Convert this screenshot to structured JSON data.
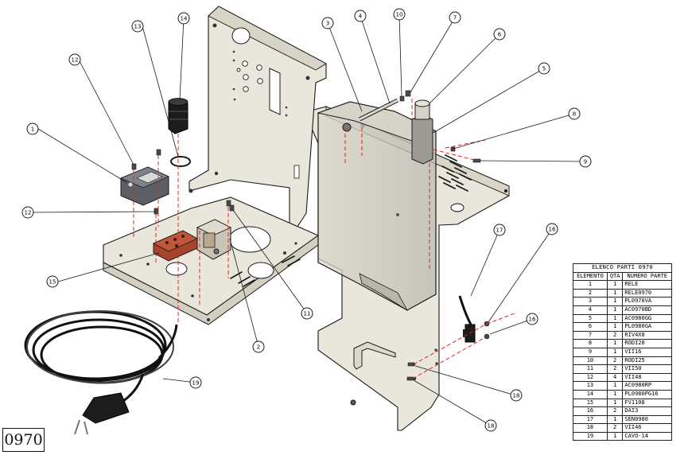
{
  "drawing_code": "0970",
  "parts_table": {
    "title": "ELENCO PARTI 0970",
    "headers": [
      "ELEMENTO",
      "QTÀ",
      "NUMERO PARTE"
    ],
    "rows": [
      [
        "1",
        "1",
        "RELE"
      ],
      [
        "2",
        "1",
        "RELE0970"
      ],
      [
        "3",
        "1",
        "PL0970VA"
      ],
      [
        "4",
        "1",
        "AC0970BD"
      ],
      [
        "5",
        "1",
        "AC0980GG"
      ],
      [
        "6",
        "1",
        "PL0980GA"
      ],
      [
        "7",
        "2",
        "RIV4X8"
      ],
      [
        "8",
        "1",
        "RODI28"
      ],
      [
        "9",
        "1",
        "VII16"
      ],
      [
        "10",
        "2",
        "RODI25"
      ],
      [
        "11",
        "2",
        "VII50"
      ],
      [
        "12",
        "4",
        "VII48"
      ],
      [
        "13",
        "1",
        "AC0980RP"
      ],
      [
        "14",
        "1",
        "PL0980PG16"
      ],
      [
        "15",
        "1",
        "FV1108"
      ],
      [
        "16",
        "2",
        "DAI3"
      ],
      [
        "17",
        "1",
        "SEN0980"
      ],
      [
        "18",
        "2",
        "VII46"
      ],
      [
        "19",
        "1",
        "CAVO-14"
      ]
    ]
  },
  "balloons": [
    {
      "id": "balloon-1",
      "label": "1"
    },
    {
      "id": "balloon-12-top",
      "label": "12"
    },
    {
      "id": "balloon-13",
      "label": "13"
    },
    {
      "id": "balloon-14",
      "label": "14"
    },
    {
      "id": "balloon-12-left",
      "label": "12"
    },
    {
      "id": "balloon-15",
      "label": "15"
    },
    {
      "id": "balloon-11",
      "label": "11"
    },
    {
      "id": "balloon-2",
      "label": "2"
    },
    {
      "id": "balloon-3",
      "label": "3"
    },
    {
      "id": "balloon-4",
      "label": "4"
    },
    {
      "id": "balloon-10",
      "label": "10"
    },
    {
      "id": "balloon-7",
      "label": "7"
    },
    {
      "id": "balloon-6",
      "label": "6"
    },
    {
      "id": "balloon-5",
      "label": "5"
    },
    {
      "id": "balloon-8",
      "label": "8"
    },
    {
      "id": "balloon-9",
      "label": "9"
    },
    {
      "id": "balloon-17",
      "label": "17"
    },
    {
      "id": "balloon-16-top",
      "label": "16"
    },
    {
      "id": "balloon-16-mid",
      "label": "16"
    },
    {
      "id": "balloon-18-right",
      "label": "18"
    },
    {
      "id": "balloon-18-bottom",
      "label": "18"
    },
    {
      "id": "balloon-19",
      "label": "19"
    }
  ],
  "colors": {
    "sheet_metal": "#e9e7dc",
    "sheet_metal_shade": "#d6d3c4",
    "tank_glass": "#c9c6bb",
    "outline": "#1a1a1a",
    "hidden_line": "#e02424",
    "terminal_block": "#a6452b",
    "relay": "#5c6066",
    "cable": "#111111"
  }
}
